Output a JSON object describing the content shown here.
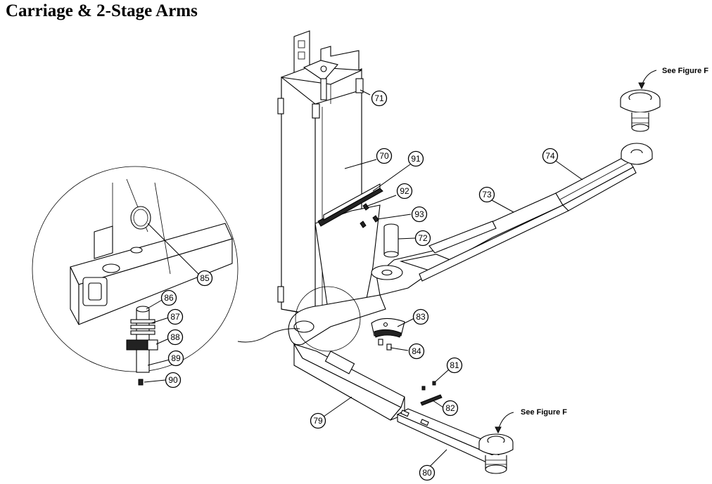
{
  "title": "Carriage & 2-Stage Arms",
  "notes": {
    "see_figure_top": "See Figure F",
    "see_figure_bottom": "See Figure F"
  },
  "callouts": [
    "70",
    "71",
    "72",
    "73",
    "74",
    "79",
    "80",
    "81",
    "82",
    "83",
    "84",
    "85",
    "86",
    "87",
    "88",
    "89",
    "90",
    "91",
    "92",
    "93"
  ]
}
